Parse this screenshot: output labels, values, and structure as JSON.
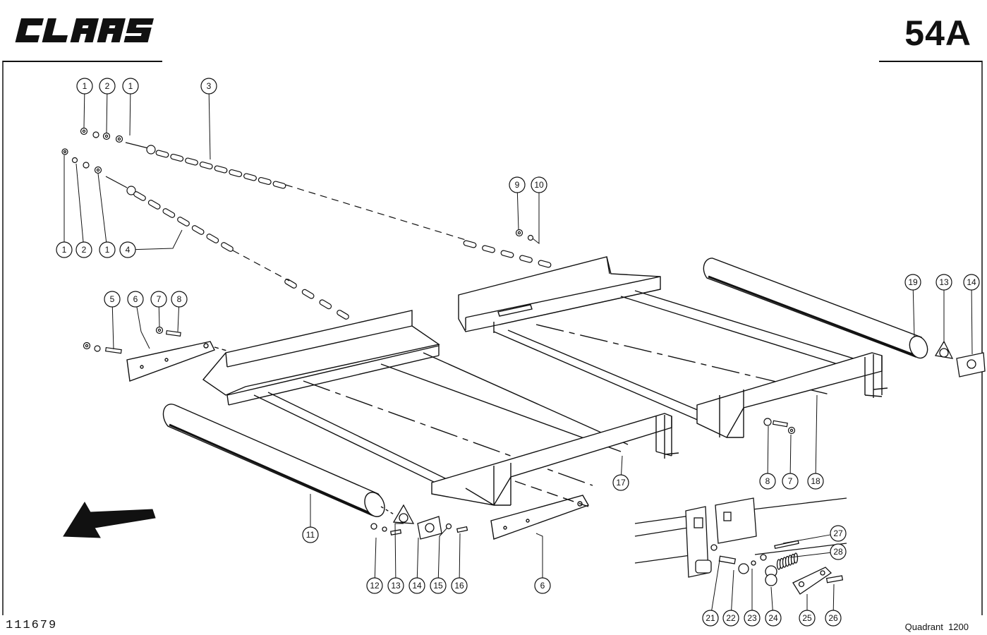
{
  "header": {
    "brand": "CLAAS",
    "sheet_number": "54A"
  },
  "footer": {
    "drawing_id": "111679",
    "model": "Quadrant",
    "model_number": "1200"
  },
  "callouts": [
    {
      "id": "c1a",
      "label": "1"
    },
    {
      "id": "c2a",
      "label": "2"
    },
    {
      "id": "c1b",
      "label": "1"
    },
    {
      "id": "c3",
      "label": "3"
    },
    {
      "id": "c1c",
      "label": "1"
    },
    {
      "id": "c2b",
      "label": "2"
    },
    {
      "id": "c1d",
      "label": "1"
    },
    {
      "id": "c4",
      "label": "4"
    },
    {
      "id": "c9",
      "label": "9"
    },
    {
      "id": "c10",
      "label": "10"
    },
    {
      "id": "c5",
      "label": "5"
    },
    {
      "id": "c6a",
      "label": "6"
    },
    {
      "id": "c7a",
      "label": "7"
    },
    {
      "id": "c8a",
      "label": "8"
    },
    {
      "id": "c19",
      "label": "19"
    },
    {
      "id": "c13a",
      "label": "13"
    },
    {
      "id": "c14a",
      "label": "14"
    },
    {
      "id": "c17",
      "label": "17"
    },
    {
      "id": "c8b",
      "label": "8"
    },
    {
      "id": "c7b",
      "label": "7"
    },
    {
      "id": "c18",
      "label": "18"
    },
    {
      "id": "c11",
      "label": "11"
    },
    {
      "id": "c12",
      "label": "12"
    },
    {
      "id": "c13b",
      "label": "13"
    },
    {
      "id": "c14b",
      "label": "14"
    },
    {
      "id": "c15",
      "label": "15"
    },
    {
      "id": "c16",
      "label": "16"
    },
    {
      "id": "c6b",
      "label": "6"
    },
    {
      "id": "c27",
      "label": "27"
    },
    {
      "id": "c28",
      "label": "28"
    },
    {
      "id": "c21",
      "label": "21"
    },
    {
      "id": "c22",
      "label": "22"
    },
    {
      "id": "c23",
      "label": "23"
    },
    {
      "id": "c24",
      "label": "24"
    },
    {
      "id": "c25",
      "label": "25"
    },
    {
      "id": "c26",
      "label": "26"
    }
  ]
}
